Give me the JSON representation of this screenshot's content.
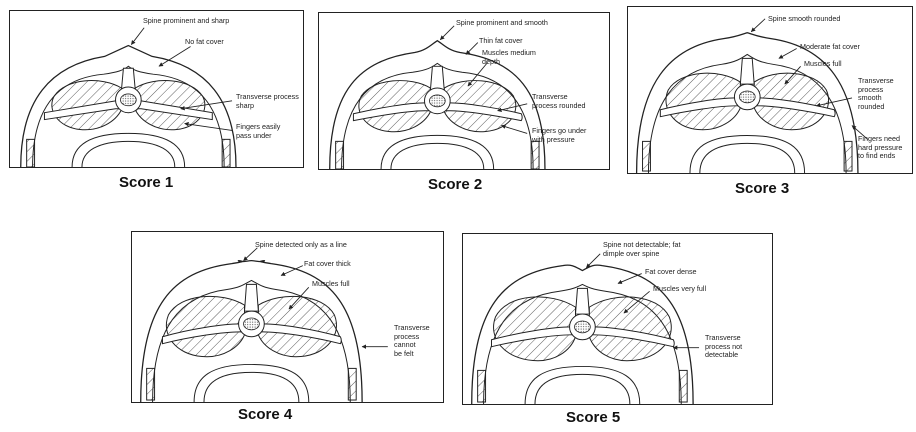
{
  "panels": [
    {
      "caption": "Score 1",
      "labels": [
        "Spine prominent and sharp",
        "No fat cover",
        "Transverse process\nsharp",
        "Fingers easily\npass under"
      ]
    },
    {
      "caption": "Score 2",
      "labels": [
        "Spine prominent and smooth",
        "Thin fat cover",
        "Muscles medium\ndepth",
        "Transverse\nprocess rounded",
        "Fingers go under\nwith pressure"
      ]
    },
    {
      "caption": "Score 3",
      "labels": [
        "Spine smooth rounded",
        "Moderate fat cover",
        "Muscles full",
        "Transverse\nprocess\nsmooth\nrounded",
        "Fingers need\nhard pressure\nto find ends"
      ]
    },
    {
      "caption": "Score 4",
      "labels": [
        "Spine detected only as a line",
        "Fat cover thick",
        "Muscles full",
        "Transverse\nprocess\ncannot\nbe felt"
      ]
    },
    {
      "caption": "Score 5",
      "labels": [
        "Spine not detectable; fat\ndimple over spine",
        "Fat cover dense",
        "Muscles very full",
        "Transverse\nprocess not\ndetectable"
      ]
    }
  ]
}
